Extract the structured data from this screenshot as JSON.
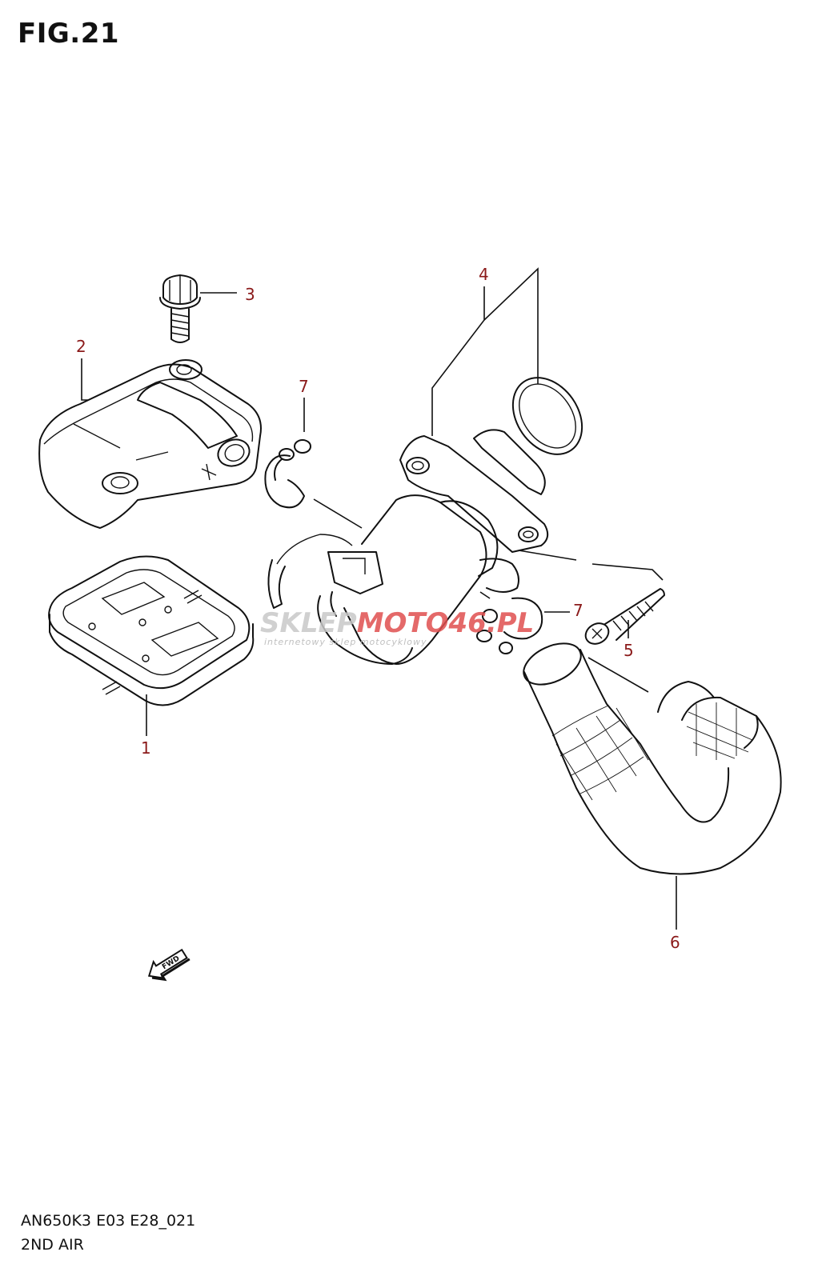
{
  "figure": {
    "title": "FIG.21",
    "model_code": "AN650K3 E03 E28_021",
    "name": "2ND AIR"
  },
  "callouts": [
    "1",
    "2",
    "3",
    "4",
    "5",
    "6",
    "7",
    "7"
  ],
  "fwd_label": "FWD",
  "watermark": {
    "brand_part1": "SKLEP",
    "brand_part2": "MOTO46.PL",
    "tagline": "internetowy sklep motocyklowy"
  },
  "colors": {
    "callout": "#8b1a1a",
    "line": "#111111",
    "watermark_gray": "#c8c8c8",
    "watermark_red": "#e05050"
  }
}
